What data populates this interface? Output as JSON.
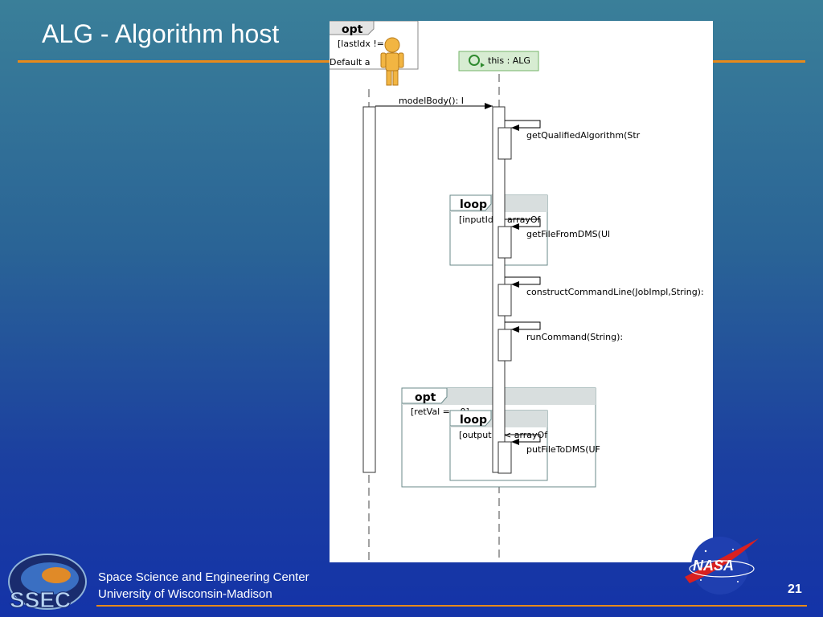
{
  "slide": {
    "title": "ALG - Algorithm host",
    "page_number": "21"
  },
  "footer": {
    "line1": "Space Science and Engineering Center",
    "line2": "University of Wisconsin-Madison",
    "ssec_logo_text": "SSEC",
    "nasa_logo_text": "NASA"
  },
  "diagram": {
    "opt_frame_tag": "opt",
    "opt_frame_guard": "[lastIdx !=",
    "opt_frame_default": "Default a",
    "lifeline_label": "this : ALG",
    "message_modelbody": "modelBody(): I",
    "message_getqualified": "getQualifiedAlgorithm(Str",
    "loop1_tag": "loop",
    "loop1_guard": "[inputId",
    "loop1_guard_right": "arrayOf",
    "message_getfile": "getFileFromDMS(Ul",
    "message_construct": "constructCommandLine(JobImpl,String):",
    "message_run": "runCommand(String):",
    "opt2_tag": "opt",
    "opt2_guard": "[retVal == 0]",
    "loop2_tag": "loop",
    "loop2_guard": "[output",
    "loop2_guard_right": "< arrayOf",
    "message_putfile": "putFileToDMS(UF"
  }
}
